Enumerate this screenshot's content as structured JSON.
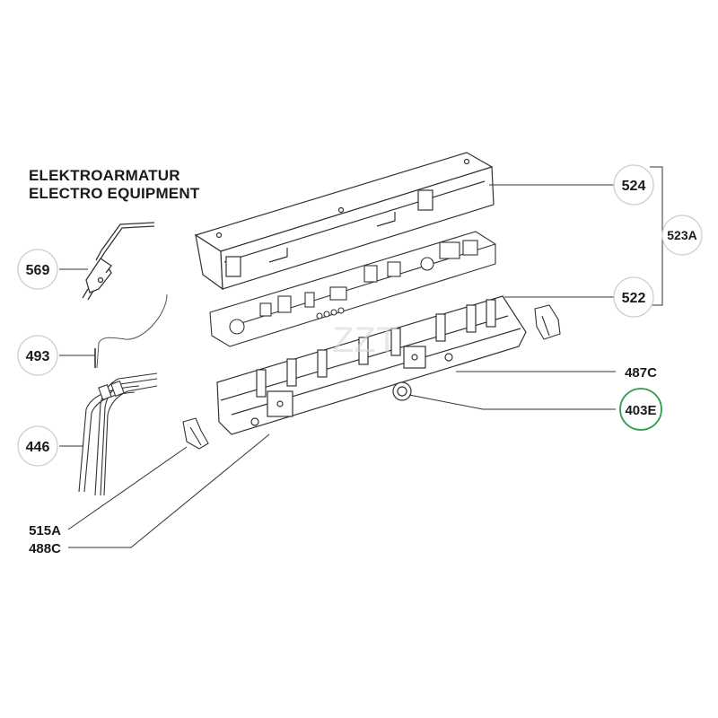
{
  "title": {
    "line1": "ELEKTROARMATUR",
    "line2": "ELECTRO EQUIPMENT"
  },
  "labels": {
    "p569": "569",
    "p493": "493",
    "p446": "446",
    "p515A": "515A",
    "p488C": "488C",
    "p524": "524",
    "p523A": "523A",
    "p522": "522",
    "p487C": "487C",
    "p403E": "403E"
  },
  "watermark": "ZZT",
  "colors": {
    "ink": "#1a1a1a",
    "line": "#444444",
    "highlight": "#2e9e4a"
  }
}
